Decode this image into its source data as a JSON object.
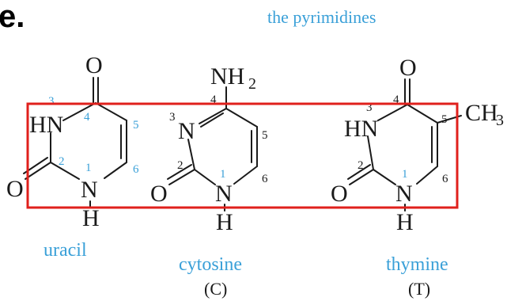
{
  "header_fragment": "e.",
  "heading": "the pyrimidines",
  "accent_color": "#3aa0d8",
  "highlight_color": "#e0201c",
  "molecules": [
    {
      "name": "uracil",
      "abbr": "",
      "atoms": {
        "o_top": "O",
        "hn": "HN",
        "n1": "N",
        "h": "H",
        "o_left": "O"
      },
      "numbers": {
        "n3": "3",
        "n4": "4",
        "n5": "5",
        "n6": "6",
        "n2": "2",
        "n1": "1"
      }
    },
    {
      "name": "cytosine",
      "abbr": "(C)",
      "atoms": {
        "nh": "NH",
        "nh_sub": "2",
        "n3": "N",
        "n1": "N",
        "h": "H",
        "o": "O"
      },
      "numbers": {
        "n4": "4",
        "n3": "3",
        "n5": "5",
        "n2": "2",
        "n1": "1",
        "n6": "6"
      }
    },
    {
      "name": "thymine",
      "abbr": "(T)",
      "atoms": {
        "o_top": "O",
        "hn": "HN",
        "ch": "CH",
        "ch_sub": "3",
        "n1": "N",
        "h": "H",
        "o": "O"
      },
      "numbers": {
        "n3": "3",
        "n4": "4",
        "n5": "5",
        "n2": "2",
        "n1": "1",
        "n6": "6"
      }
    }
  ]
}
